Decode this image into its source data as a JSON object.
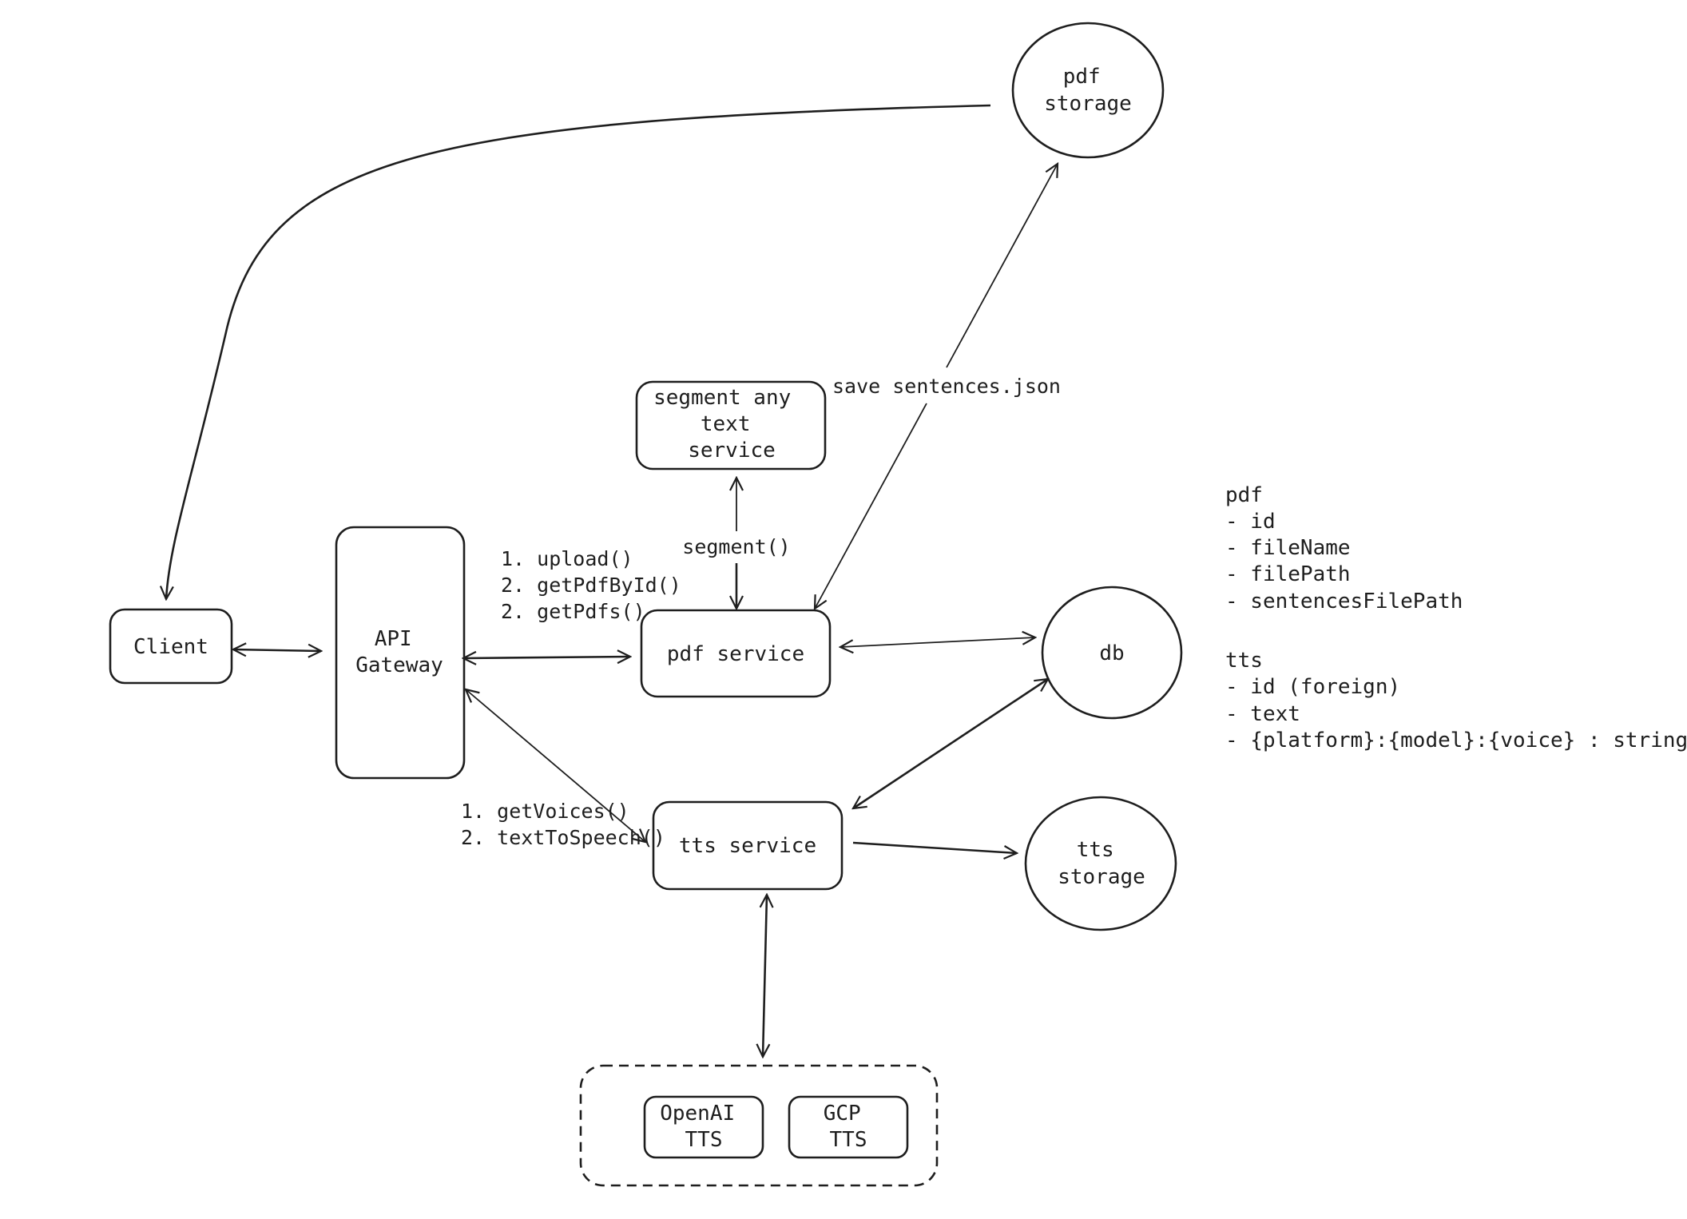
{
  "nodes": {
    "client": {
      "lines": [
        "Client"
      ]
    },
    "api_gateway": {
      "lines": [
        "API",
        "Gateway"
      ]
    },
    "pdf_service": {
      "lines": [
        "pdf service"
      ]
    },
    "segment_service": {
      "lines": [
        "segment any",
        "text",
        "service"
      ]
    },
    "tts_service": {
      "lines": [
        "tts service"
      ]
    },
    "pdf_storage": {
      "lines": [
        "pdf",
        "storage"
      ]
    },
    "db": {
      "lines": [
        "db"
      ]
    },
    "tts_storage": {
      "lines": [
        "tts",
        "storage"
      ]
    },
    "openai_tts": {
      "lines": [
        "OpenAI",
        "TTS"
      ]
    },
    "gcp_tts": {
      "lines": [
        "GCP",
        "TTS"
      ]
    }
  },
  "edge_labels": {
    "pdf_endpoints": [
      "1. upload()",
      "2. getPdfById()",
      "2. getPdfs()"
    ],
    "tts_endpoints": [
      "1. getVoices()",
      "2. textToSpeech()"
    ],
    "segment": "segment()",
    "save_sentences": "save sentences.json"
  },
  "schemas": {
    "pdf": [
      "pdf",
      "- id",
      "- fileName",
      "- filePath",
      "- sentencesFilePath"
    ],
    "tts": [
      "tts",
      "- id (foreign)",
      "- text",
      "- {platform}:{model}:{voice} : string"
    ]
  }
}
